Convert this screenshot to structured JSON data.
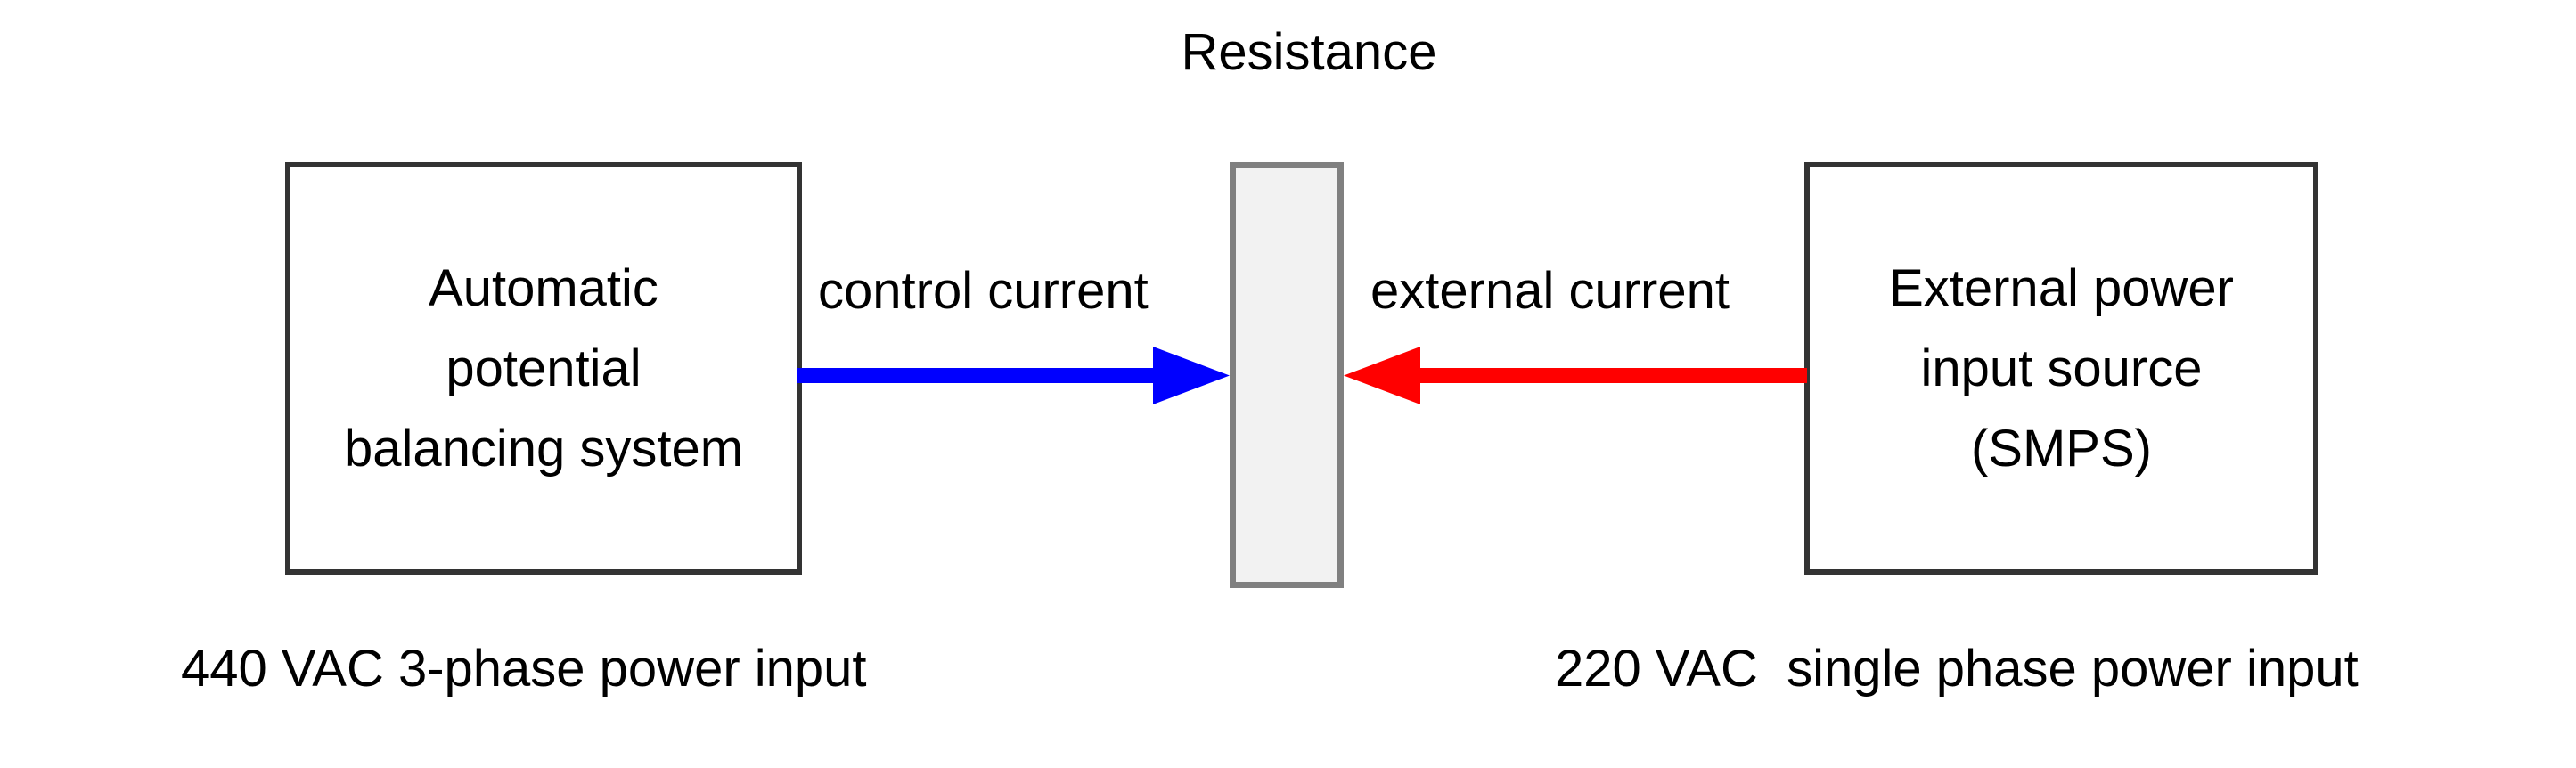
{
  "diagram": {
    "title_text": "Resistance",
    "boxes": {
      "left": {
        "label": "Automatic\npotential\nbalancing system",
        "caption": "440 VAC 3-phase power input"
      },
      "right": {
        "label": "External power\ninput source\n(SMPS)",
        "caption": "220 VAC  single phase power input"
      }
    },
    "center_element": {
      "name": "Resistance",
      "fill_color": "#f2f2f2",
      "border_color": "#808080"
    },
    "arrows": [
      {
        "id": "control-current",
        "label": "control current",
        "color": "#0000ff",
        "direction": "right",
        "from": "Automatic potential balancing system",
        "to": "Resistance"
      },
      {
        "id": "external-current",
        "label": "external current",
        "color": "#ff0000",
        "direction": "left",
        "from": "External power input source (SMPS)",
        "to": "Resistance"
      }
    ],
    "colors": {
      "box_border": "#333333",
      "text": "#000000",
      "background": "#ffffff",
      "control_current": "#0000ff",
      "external_current": "#ff0000"
    }
  }
}
